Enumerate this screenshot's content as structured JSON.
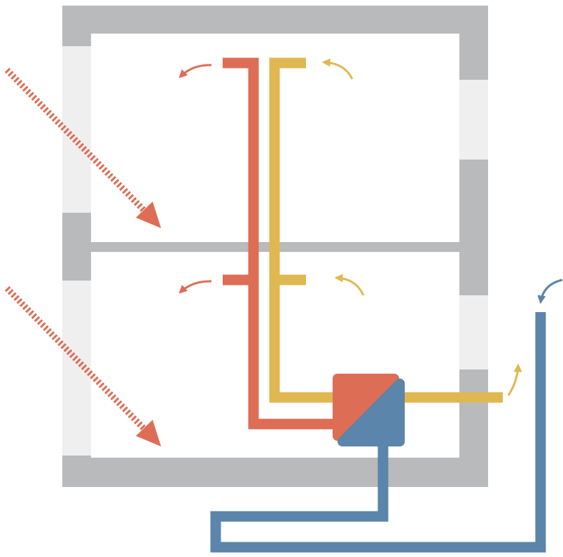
{
  "diagram": {
    "type": "building-ventilation-heat-recovery",
    "floors": 2,
    "colors": {
      "wall": "#b9babc",
      "window": "#efefef",
      "exhaust_warm_air": "#de6d55",
      "supply_air": "#e0b852",
      "outdoor_fresh_air": "#5b85aa",
      "background": "#ffffff"
    },
    "components": {
      "heat_exchanger": "heat-recovery-unit",
      "solar_gain": "sun-radiation-arrows",
      "exhaust_duct": "red-extract-duct",
      "supply_duct": "yellow-supply-duct",
      "intake_duct": "blue-outdoor-intake-duct"
    },
    "arrow_icons": {
      "extract": "curved-arrow-left",
      "supply": "curved-arrow-in",
      "outside_exhaust": "curved-arrow-up",
      "intake": "curved-arrow-down"
    }
  }
}
